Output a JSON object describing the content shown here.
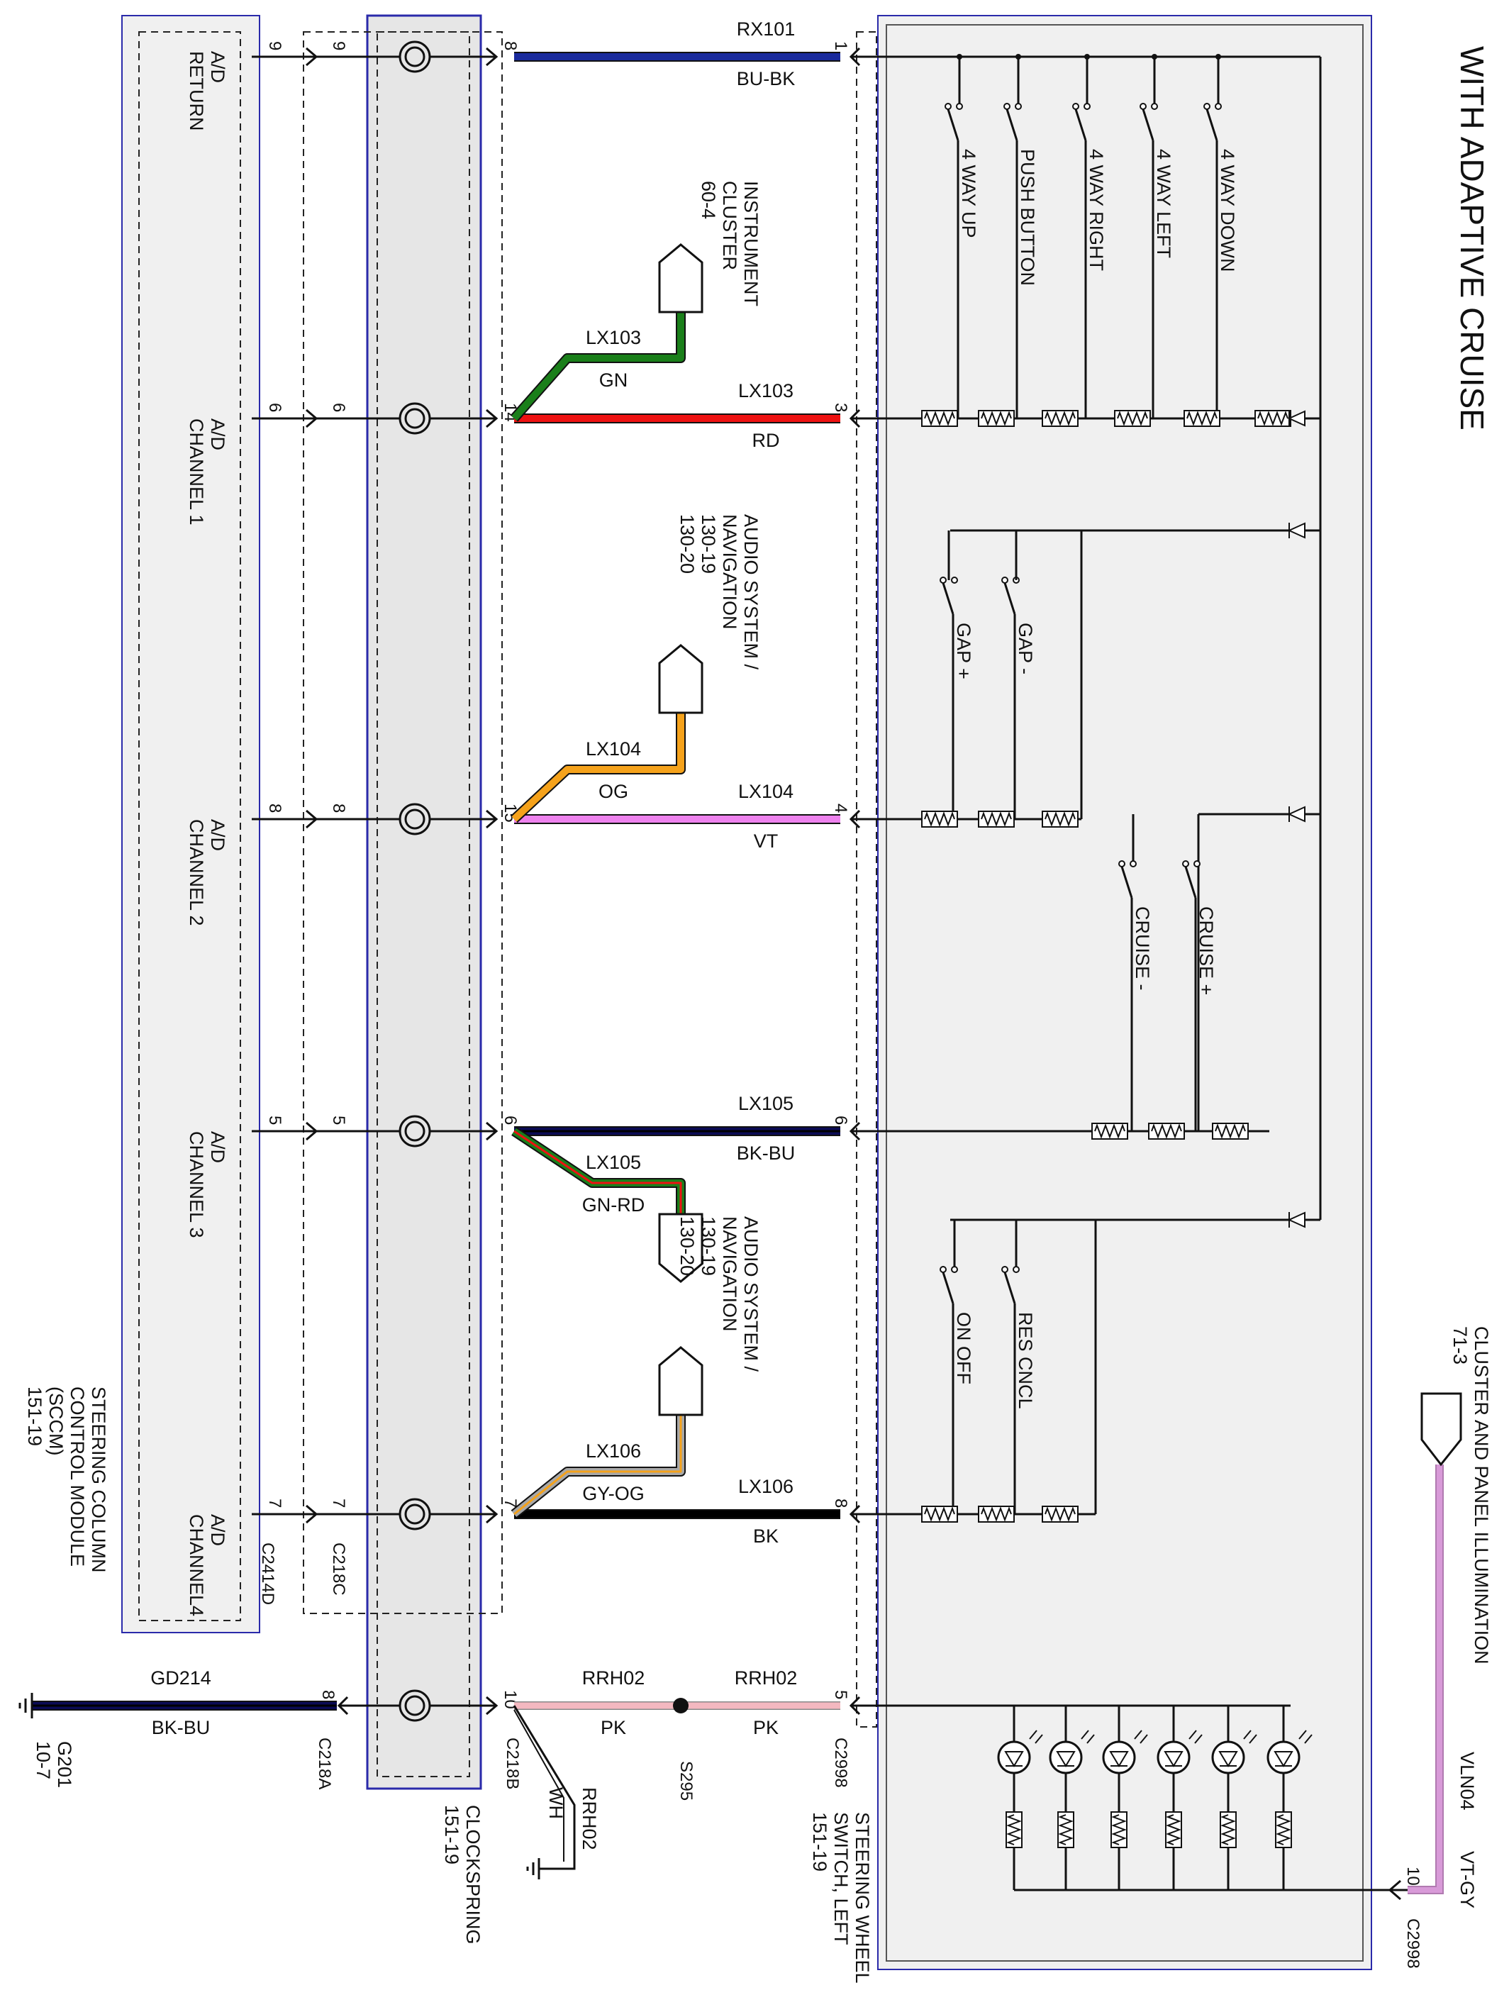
{
  "title": "WITH ADAPTIVE CRUISE",
  "colors": {
    "BU-BK": "#1a2a9c",
    "RD": "#ee1111",
    "GN": "#1a7f1a",
    "VT": "#ee82ee",
    "OG": "#f5a21b",
    "BK": "#000000",
    "PK": "#f4b8c0",
    "GY": "#a8a8a8",
    "VT-GY": "#d89ad8",
    "BK-BU": "#0b0b55",
    "frame": "#2a2aaa"
  },
  "modules": {
    "sccm": {
      "lines": [
        "STEERING COLUMN",
        "CONTROL MODULE",
        "(SCCM)",
        "151-19"
      ],
      "connector": "C2414D"
    },
    "clockspring": {
      "lines": [
        "CLOCKSPRING",
        "151-19"
      ],
      "connectors": [
        "C218C",
        "C218A",
        "C218B"
      ]
    },
    "switch": {
      "lines": [
        "STEERING WHEEL",
        "SWITCH, LEFT",
        "151-19"
      ],
      "connector": "C2998"
    }
  },
  "sccm_pins": [
    {
      "lines": [
        "A/D",
        "RETURN"
      ],
      "pin": "9"
    },
    {
      "lines": [
        "A/D",
        "CHANNEL 1"
      ],
      "pin": "6"
    },
    {
      "lines": [
        "A/D",
        "CHANNEL 2"
      ],
      "pin": "8"
    },
    {
      "lines": [
        "A/D",
        "CHANNEL 3"
      ],
      "pin": "5"
    },
    {
      "lines": [
        "A/D",
        "CHANNEL4"
      ],
      "pin": "7"
    }
  ],
  "c218c_pins": [
    "9",
    "6",
    "8",
    "5",
    "7"
  ],
  "circuits": [
    {
      "circuit": "RX101",
      "color": "BU-BK",
      "pin_left": "8",
      "pin_right": "1"
    },
    {
      "circuit": "LX103",
      "color": "RD",
      "pin_left": "14",
      "pin_right": "3"
    },
    {
      "circuit": "LX104",
      "color": "VT",
      "pin_left": "15",
      "pin_right": "4"
    },
    {
      "circuit": "LX105",
      "color": "BK-BU",
      "pin_left": "6",
      "pin_right": "6"
    },
    {
      "circuit": "LX106",
      "color": "BK",
      "pin_left": "7",
      "pin_right": "8"
    }
  ],
  "branches": [
    {
      "circuit": "LX103",
      "color": "GN",
      "dest": [
        "INSTRUMENT",
        "CLUSTER",
        "60-4"
      ]
    },
    {
      "circuit": "LX104",
      "color": "OG",
      "dest": [
        "AUDIO SYSTEM /",
        "NAVIGATION",
        "130-19",
        "130-20"
      ]
    },
    {
      "circuit": "LX105",
      "color": "GN-RD",
      "dest": [
        "AUDIO SYSTEM /",
        "NAVIGATION",
        "130-19",
        "130-20"
      ]
    },
    {
      "circuit": "LX106",
      "color": "GY-OG",
      "dest": []
    }
  ],
  "switches": {
    "group1": [
      "4 WAY UP",
      "PUSH BUTTON",
      "4 WAY RIGHT",
      "4 WAY LEFT",
      "4 WAY DOWN"
    ],
    "group2": [
      "GAP +",
      "GAP -"
    ],
    "group3": [
      "CRUISE -",
      "CRUISE +"
    ],
    "group4": [
      "ON OFF",
      "RES CNCL"
    ]
  },
  "ground": {
    "circuit": "GD214",
    "color": "BK-BU",
    "pin": "8",
    "ground": "G201",
    "page": "10-7"
  },
  "illumination": {
    "left_pin": "10",
    "right_pin": "5",
    "circuit": "RRH02",
    "color": "PK",
    "splice": "S295",
    "drain_circuit": "RRH02",
    "drain_color": "WH",
    "feed_circuit": "VLN04",
    "feed_color": "VT-GY",
    "feed_pin": "10",
    "dest": [
      "CLUSTER AND PANEL ILLUMINATION",
      "71-3"
    ]
  }
}
